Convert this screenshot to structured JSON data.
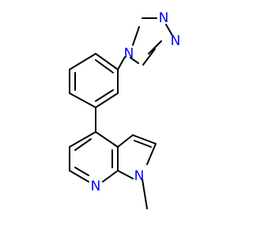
{
  "atom_labels": {
    "n_triazole_top": "N",
    "n_triazole_right": "N",
    "n_triazole_attach": "N",
    "n_pyridine": "N",
    "n_pyrrole": "N"
  },
  "colors": {
    "bond": "#000000",
    "nitrogen": "#0000ff"
  }
}
